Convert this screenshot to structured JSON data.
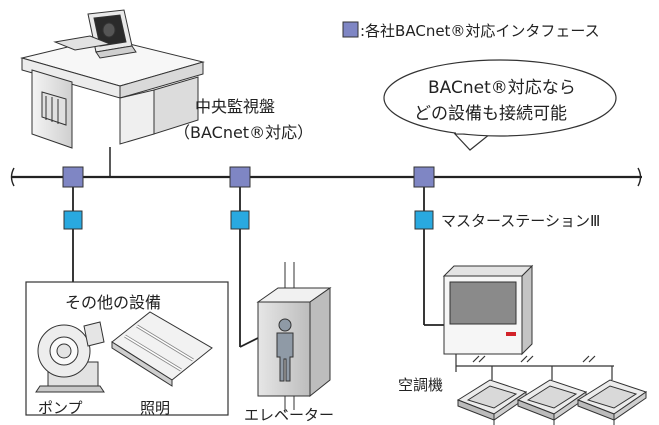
{
  "legend": {
    "label": ":各社BACnet®対応インタフェース",
    "interface_color": "#7f86c4",
    "node_color": "#29a9e0"
  },
  "callout": {
    "line1": "BACnet®対応なら",
    "line2": "どの設備も接続可能"
  },
  "central_monitor": {
    "name": "中央監視盤",
    "note": "（BACnet®対応）"
  },
  "master_station": {
    "label": "マスターステーションⅢ"
  },
  "other_equipment": {
    "title": "その他の設備",
    "pump": "ポンプ",
    "lighting": "照明"
  },
  "elevator": {
    "label": "エレベーター"
  },
  "air_conditioner": {
    "label": "空調機"
  }
}
